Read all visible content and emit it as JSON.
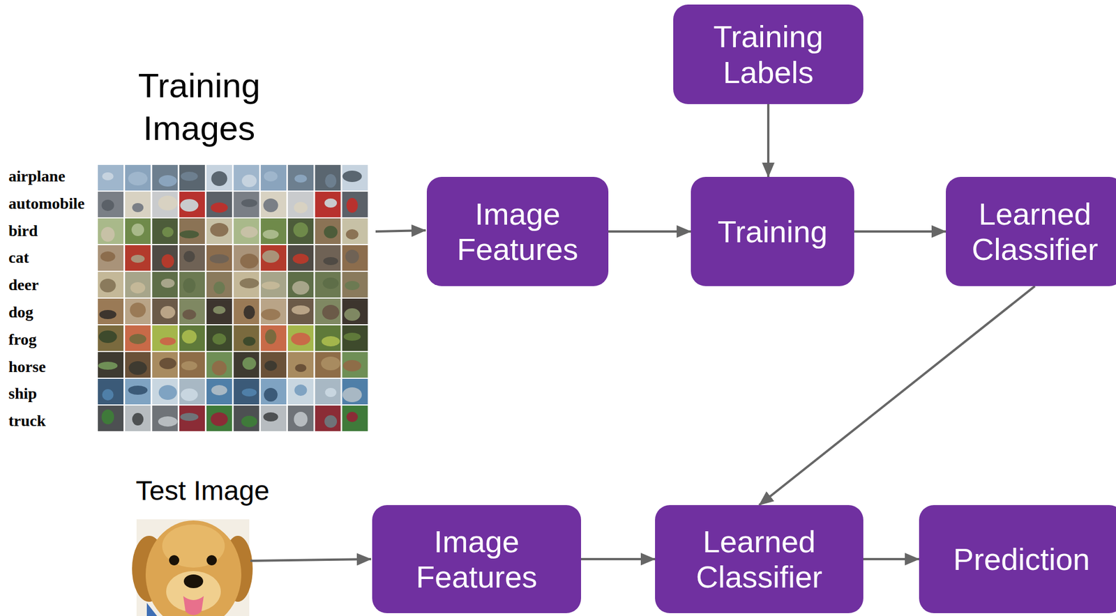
{
  "diagram": {
    "nodes": [
      {
        "text": [
          "Training Labels"
        ]
      },
      {
        "text": [
          "Image Features"
        ]
      },
      {
        "text": [
          "Training"
        ]
      },
      {
        "text": [
          "Learned Classifier"
        ]
      },
      {
        "text": [
          "Image Features"
        ]
      },
      {
        "text": [
          "Learned Classifier"
        ]
      },
      {
        "text": [
          "Prediction"
        ]
      }
    ],
    "edges": [
      {
        "from": 0,
        "to": 2,
        "arrow": "to"
      },
      {
        "from": 1,
        "to": 2,
        "arrow": "to"
      },
      {
        "from": 2,
        "to": 3,
        "arrow": "to"
      },
      {
        "from": 3,
        "to": 5,
        "arrow": "to"
      },
      {
        "from": 4,
        "to": 5,
        "arrow": "to"
      },
      {
        "from": 5,
        "to": 6,
        "arrow": "to"
      }
    ],
    "labels": [
      "Training Images",
      "airplane",
      "automobile",
      "bird",
      "cat",
      "deer",
      "dog",
      "frog",
      "horse",
      "ship",
      "truck",
      "Test Image"
    ]
  }
}
